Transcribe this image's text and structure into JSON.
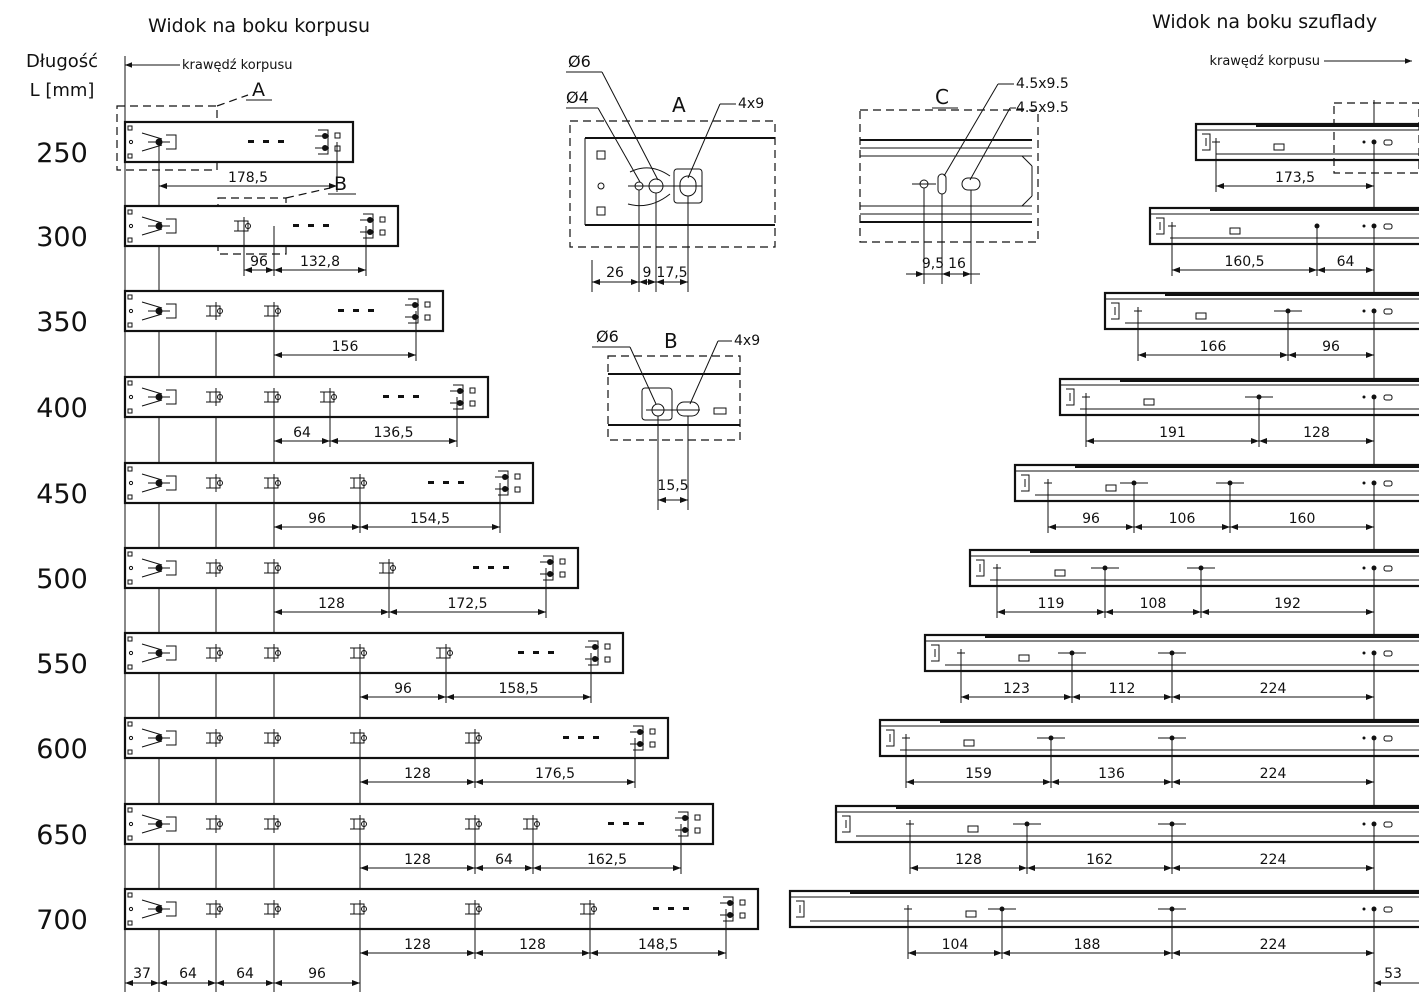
{
  "headers": {
    "left": "Widok na boku korpusu",
    "right": "Widok na boku szuflady",
    "length_l1": "Długość",
    "length_l2": "L [mm]"
  },
  "edge_label_left": "krawędź korpusu",
  "edge_label_right": "krawędź korpusu",
  "lengths": [
    "250",
    "300",
    "350",
    "400",
    "450",
    "500",
    "550",
    "600",
    "650",
    "700"
  ],
  "left_rows": [
    {
      "dims": [
        "178,5"
      ]
    },
    {
      "dims": [
        "96",
        "132,8"
      ]
    },
    {
      "dims": [
        "156"
      ]
    },
    {
      "dims": [
        "64",
        "136,5"
      ]
    },
    {
      "dims": [
        "96",
        "154,5"
      ]
    },
    {
      "dims": [
        "128",
        "172,5"
      ]
    },
    {
      "dims": [
        "96",
        "158,5"
      ]
    },
    {
      "dims": [
        "128",
        "176,5"
      ]
    },
    {
      "dims": [
        "128",
        "64",
        "162,5"
      ]
    },
    {
      "dims": [
        "128",
        "128",
        "148,5"
      ]
    }
  ],
  "left_bottom_dims": [
    "37",
    "64",
    "64",
    "96"
  ],
  "right_rows": [
    {
      "dims": [
        "173,5"
      ]
    },
    {
      "dims": [
        "160,5",
        "64"
      ]
    },
    {
      "dims": [
        "166",
        "96"
      ]
    },
    {
      "dims": [
        "191",
        "128"
      ]
    },
    {
      "dims": [
        "96",
        "106",
        "160"
      ]
    },
    {
      "dims": [
        "119",
        "108",
        "192"
      ]
    },
    {
      "dims": [
        "123",
        "112",
        "224"
      ]
    },
    {
      "dims": [
        "159",
        "136",
        "224"
      ]
    },
    {
      "dims": [
        "128",
        "162",
        "224"
      ]
    },
    {
      "dims": [
        "104",
        "188",
        "224"
      ]
    }
  ],
  "right_bottom_dim": "53",
  "detail_labels": {
    "a": "A",
    "b": "B",
    "c": "C"
  },
  "detail_a": {
    "d1": "Ø6",
    "d2": "Ø4",
    "slot": "4x9",
    "dims": [
      "26",
      "9",
      "17,5"
    ]
  },
  "detail_b": {
    "d1": "Ø6",
    "slot": "4x9",
    "dim": "15,5"
  },
  "detail_c": {
    "slot1": "4.5x9.5",
    "slot2": "4.5x9.5",
    "dims": [
      "9,5",
      "16"
    ]
  }
}
